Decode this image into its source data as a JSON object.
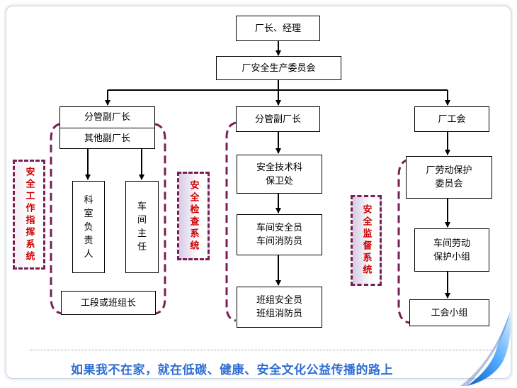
{
  "nodes": {
    "director": "厂长、经理",
    "committee": "厂安全生产委员会",
    "left_vp": "分管副厂长",
    "other_vp": "其他副厂长",
    "section_head": "科\n室\n负\n责\n人",
    "workshop_director": "车\n间\n主\n任",
    "team_leader": "工段或班组长",
    "mid_vp": "分管副厂长",
    "safety_dept": "安全技术科\n保卫处",
    "workshop_safety": "车间安全员\n车间消防员",
    "team_safety": "班组安全员\n班组消防员",
    "union": "厂工会",
    "labor_committee": "厂劳动保护\n委员会",
    "labor_group": "车间劳动\n保护小组",
    "union_group": "工会小组"
  },
  "systems": {
    "work": "安全工作指挥系统",
    "inspection": "安全检查系统",
    "supervision": "安全监督系统"
  },
  "footer": {
    "slogan": "如果我不在家，就在低碳、健康、安全文化公益传播的路上"
  },
  "colors": {
    "system_text": "#cc0000",
    "system_border": "#7a1f55",
    "slogan": "#2f6fd6"
  }
}
